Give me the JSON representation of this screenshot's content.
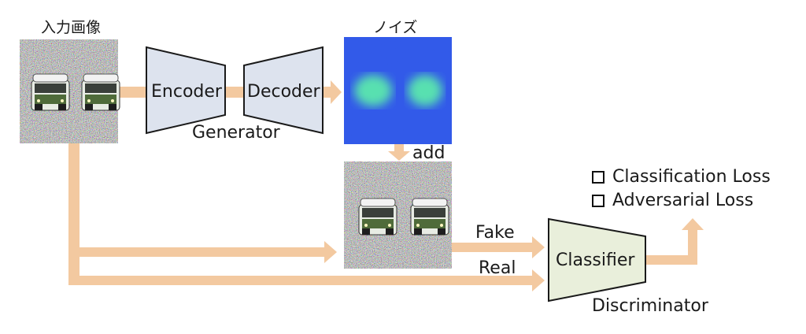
{
  "labels": {
    "input_image": "入力画像",
    "noise": "ノイズ",
    "encoder": "Encoder",
    "decoder": "Decoder",
    "generator": "Generator",
    "add": "add",
    "fake": "Fake",
    "real": "Real",
    "classifier": "Classifier",
    "discriminator": "Discriminator"
  },
  "legend": [
    {
      "label": "Classification Loss",
      "icon": "checkbox-icon"
    },
    {
      "label": "Adversarial Loss",
      "icon": "checkbox-icon"
    }
  ],
  "colors": {
    "arrow": "#f3c9a0",
    "encoder_fill": "#dde3ee",
    "classifier_fill": "#e9efdb",
    "noise_bg": "#1530b8",
    "noise_blob": "#58e0b0"
  }
}
